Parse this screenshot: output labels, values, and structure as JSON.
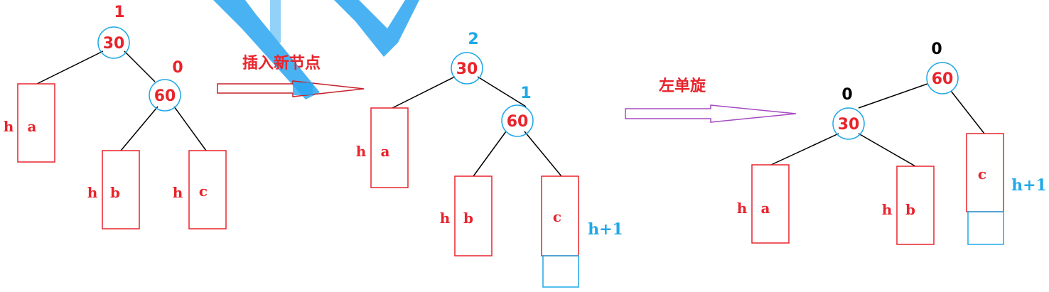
{
  "colors": {
    "red": "#e8242c",
    "blue": "#1fa8e6",
    "black": "#000000",
    "arrow_red": "#c9202a",
    "arrow_purple": "#a64bc1",
    "watermark": "#2aa5f0"
  },
  "arrows": {
    "insert_label": "插入新节点",
    "rotate_label": "左单旋"
  },
  "tree1": {
    "root_key": "30",
    "root_bf": "1",
    "right_key": "60",
    "right_bf": "0",
    "sub_a": "a",
    "sub_b": "b",
    "sub_c": "c",
    "h_a": "h",
    "h_b": "h",
    "h_c": "h"
  },
  "tree2": {
    "root_key": "30",
    "root_bf": "2",
    "right_key": "60",
    "right_bf": "1",
    "sub_a": "a",
    "sub_b": "b",
    "sub_c": "c",
    "h_a": "h",
    "h_b": "h",
    "h_c": "h+1"
  },
  "tree3": {
    "root_key": "60",
    "root_bf": "0",
    "left_key": "30",
    "left_bf": "0",
    "sub_a": "a",
    "sub_b": "b",
    "sub_c": "c",
    "h_a": "h",
    "h_b": "h",
    "h_c": "h+1"
  }
}
